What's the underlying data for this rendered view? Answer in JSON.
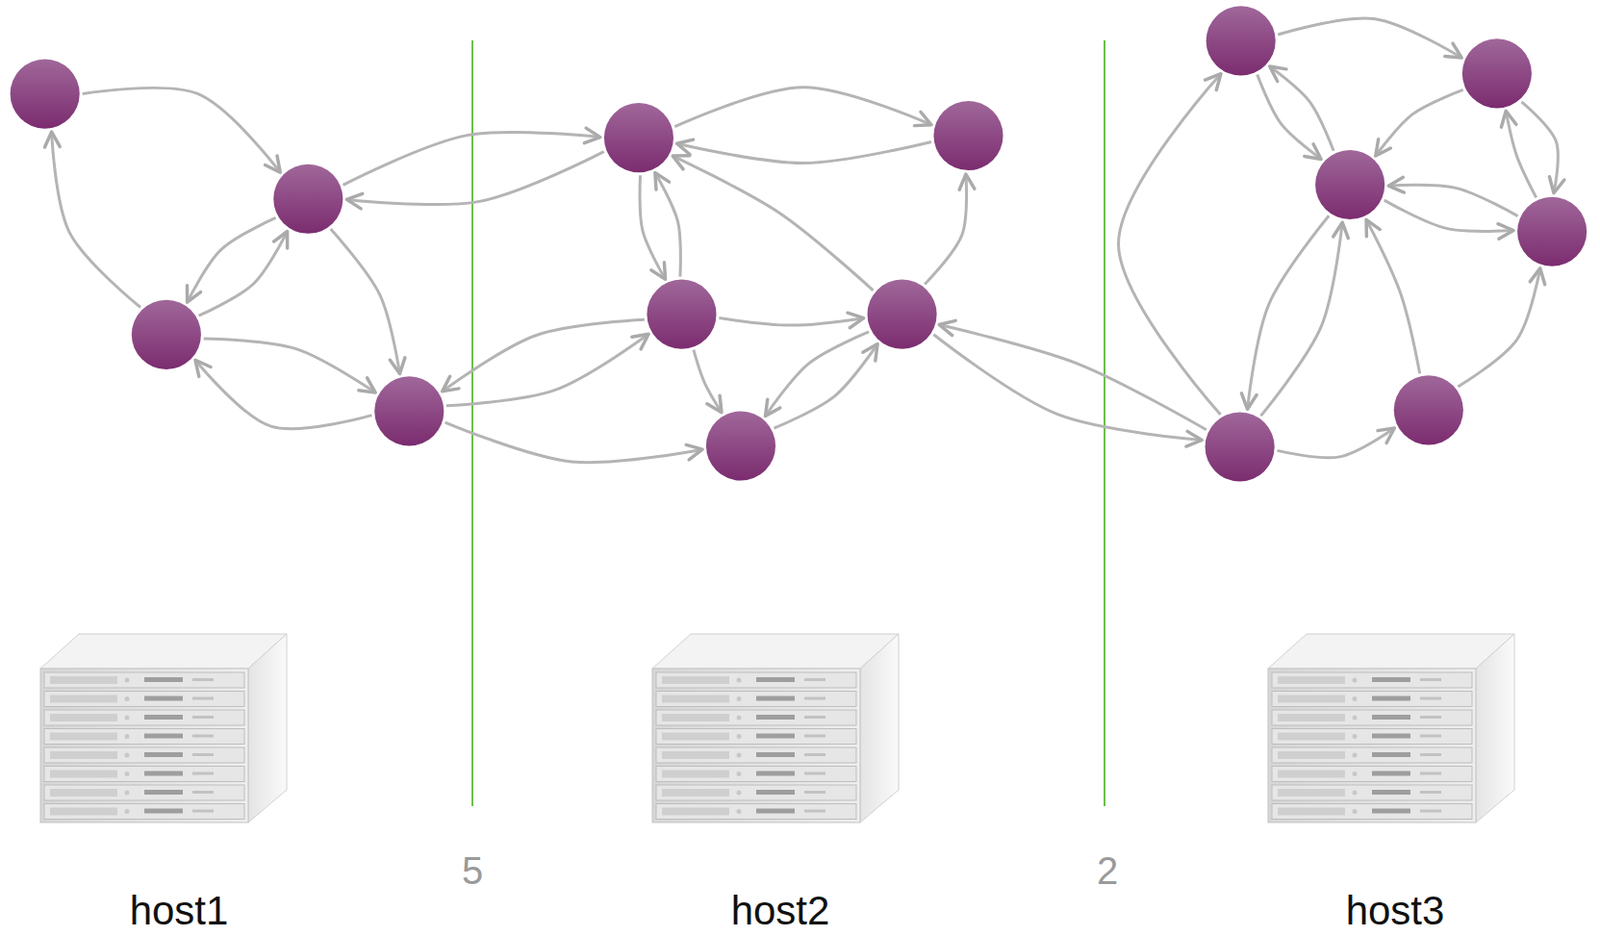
{
  "diagram": {
    "labels": [
      "5",
      "2",
      "host1",
      "host2",
      "host3"
    ]
  }
}
